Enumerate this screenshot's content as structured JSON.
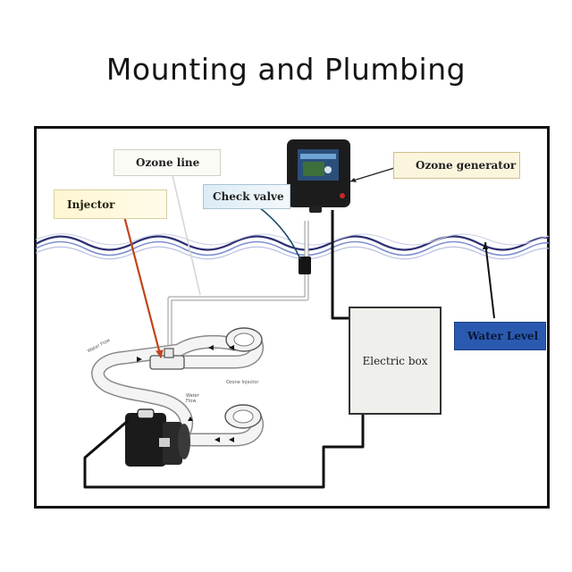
{
  "title": "Mounting and Plumbing",
  "labels": {
    "injector": "Injector",
    "ozone_line": "Ozone line",
    "check_valve": "Check valve",
    "ozone_generator": "Ozone generator",
    "water_level": "Water Level",
    "electric_box": "Electric box"
  },
  "annotations": {
    "water_flow_1": "Water Flow",
    "ozone_injector": "Ozone Injector",
    "water_flow_2": "Water Flow"
  },
  "colors": {
    "injector_pointer": "#c0451a",
    "check_valve_pointer": "#1c4a66",
    "water_level_label": "#2a5ab0",
    "water_wave_dark": "#2c2f73",
    "water_wave_light": "#7e8fcf"
  }
}
